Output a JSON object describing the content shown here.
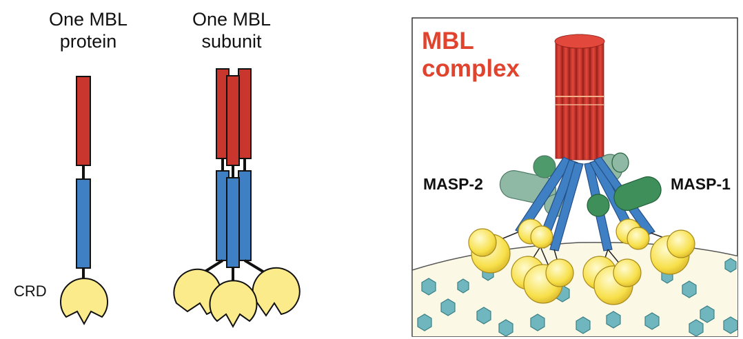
{
  "labels": {
    "protein": "One MBL\nprotein",
    "subunit": "One MBL\nsubunit",
    "crd": "CRD",
    "complex": "MBL\ncomplex",
    "masp2": "MASP-2",
    "masp1": "MASP-1"
  },
  "colors": {
    "collagen_red": "#c8362e",
    "neck_blue": "#3f7fc4",
    "crd_yellow": "#fbeb8a",
    "masp2_gray_green": "#8fb8a5",
    "masp1_green": "#3e8f5a",
    "label_red": "#e0442f",
    "cell_fill": "#fbf9e6",
    "teal_hex": "#6fb6be"
  }
}
